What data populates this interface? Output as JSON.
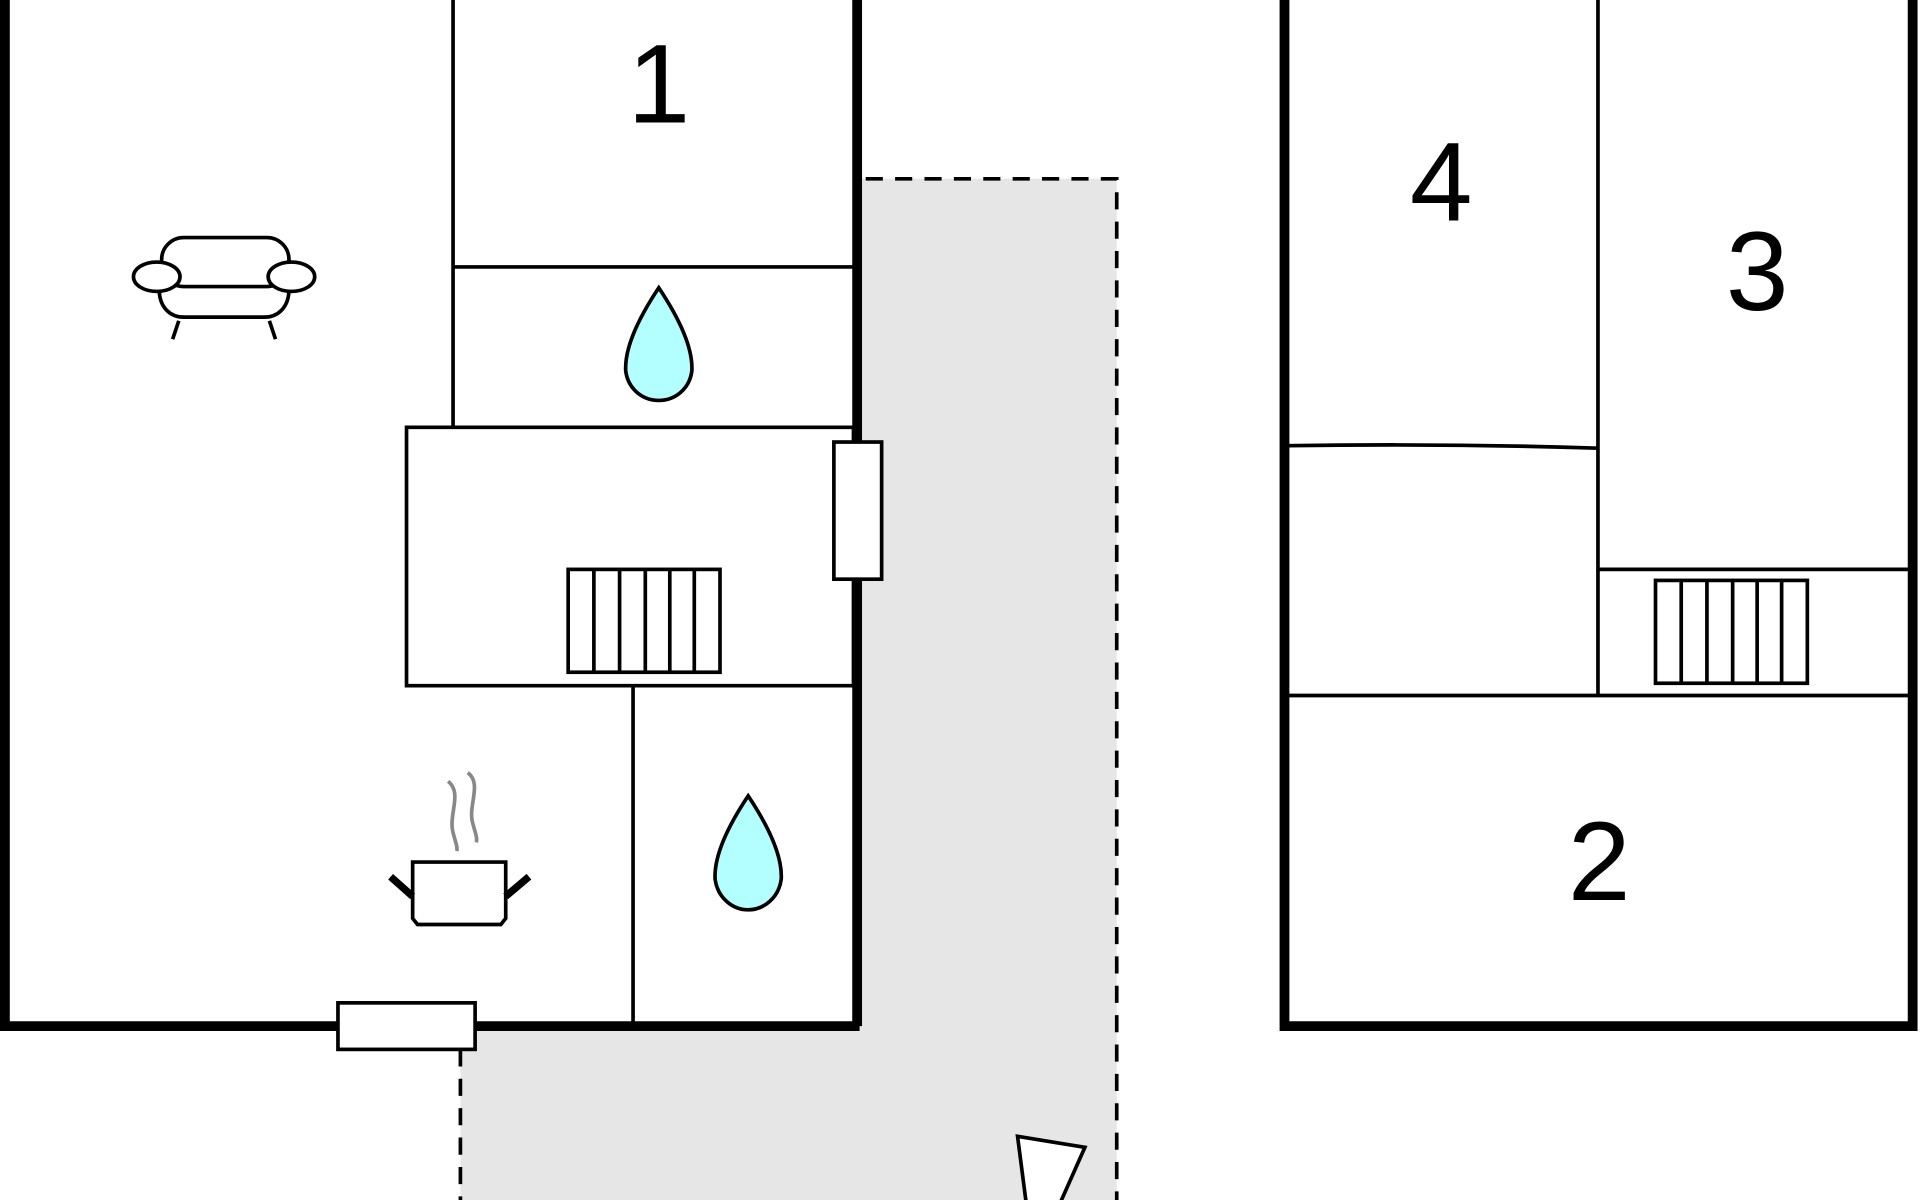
{
  "plan": {
    "rooms": [
      {
        "label": "1"
      },
      {
        "label": "2"
      },
      {
        "label": "3"
      },
      {
        "label": "4"
      }
    ],
    "icons": [
      "sofa-icon",
      "water-drop-icon",
      "radiator-icon",
      "cooking-pot-icon",
      "window-icon",
      "compass-triangle-icon"
    ],
    "colors": {
      "terrace": "#e6e6e6",
      "water": "#b3ffff",
      "wall": "#000000",
      "steam": "#888888"
    }
  }
}
